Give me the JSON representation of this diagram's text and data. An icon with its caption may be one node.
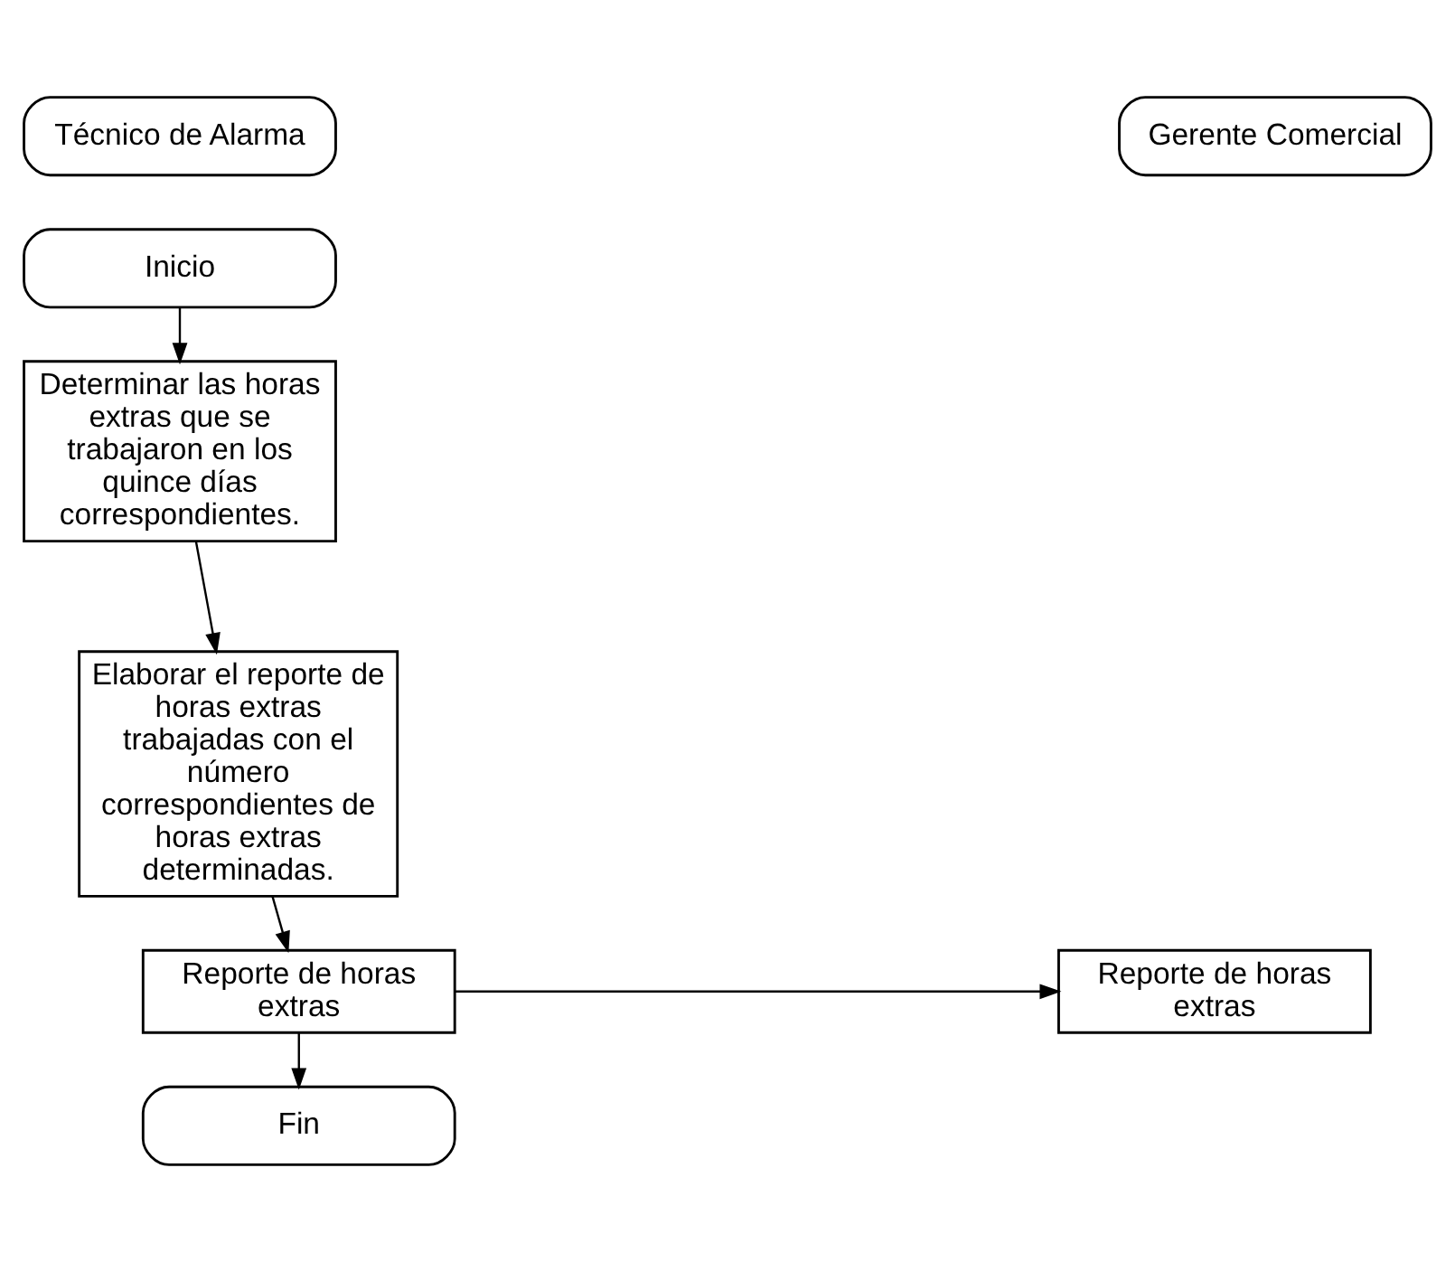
{
  "diagram": {
    "nodes": [
      {
        "text": [
          "Técnico de Alarma"
        ]
      },
      {
        "text": [
          "Gerente Comercial"
        ]
      },
      {
        "text": [
          "Inicio"
        ]
      },
      {
        "text": [
          "Determinar las horas extras que se trabajaron en los quince días correspondientes."
        ]
      },
      {
        "text": [
          "Elaborar el reporte de horas extras trabajadas con el número correspondientes de horas extras determinadas."
        ]
      },
      {
        "text": [
          "Reporte de horas extras"
        ]
      },
      {
        "text": [
          "Fin"
        ]
      },
      {
        "text": [
          "Reporte de horas extras"
        ]
      }
    ],
    "edges": [
      {
        "from": 2,
        "to": 3,
        "arrow": "to"
      },
      {
        "from": 3,
        "to": 4,
        "arrow": "to"
      },
      {
        "from": 4,
        "to": 5,
        "arrow": "to"
      },
      {
        "from": 5,
        "to": 6,
        "arrow": "to"
      },
      {
        "from": 5,
        "to": 7,
        "arrow": "to"
      }
    ]
  }
}
